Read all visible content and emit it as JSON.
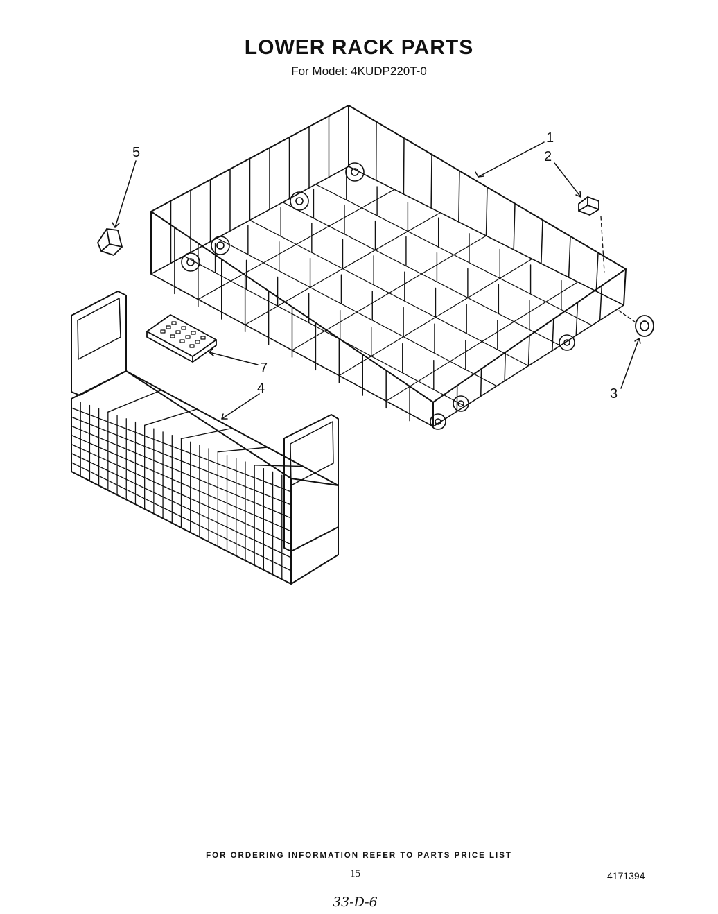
{
  "header": {
    "title": "LOWER RACK PARTS",
    "subtitle": "For Model: 4KUDP220T-0"
  },
  "parts": [
    {
      "number": "1",
      "part": "lower-rack"
    },
    {
      "number": "2",
      "part": "rack-bumper-clip"
    },
    {
      "number": "3",
      "part": "rack-wheel"
    },
    {
      "number": "4",
      "part": "silverware-basket"
    },
    {
      "number": "5",
      "part": "rack-end-cap"
    },
    {
      "number": "7",
      "part": "basket-lid-insert"
    }
  ],
  "footer": {
    "ordering_note": "FOR ORDERING INFORMATION REFER TO PARTS PRICE LIST",
    "page_number": "15",
    "document_number": "4171394",
    "handwritten_code": "33-D-6"
  }
}
